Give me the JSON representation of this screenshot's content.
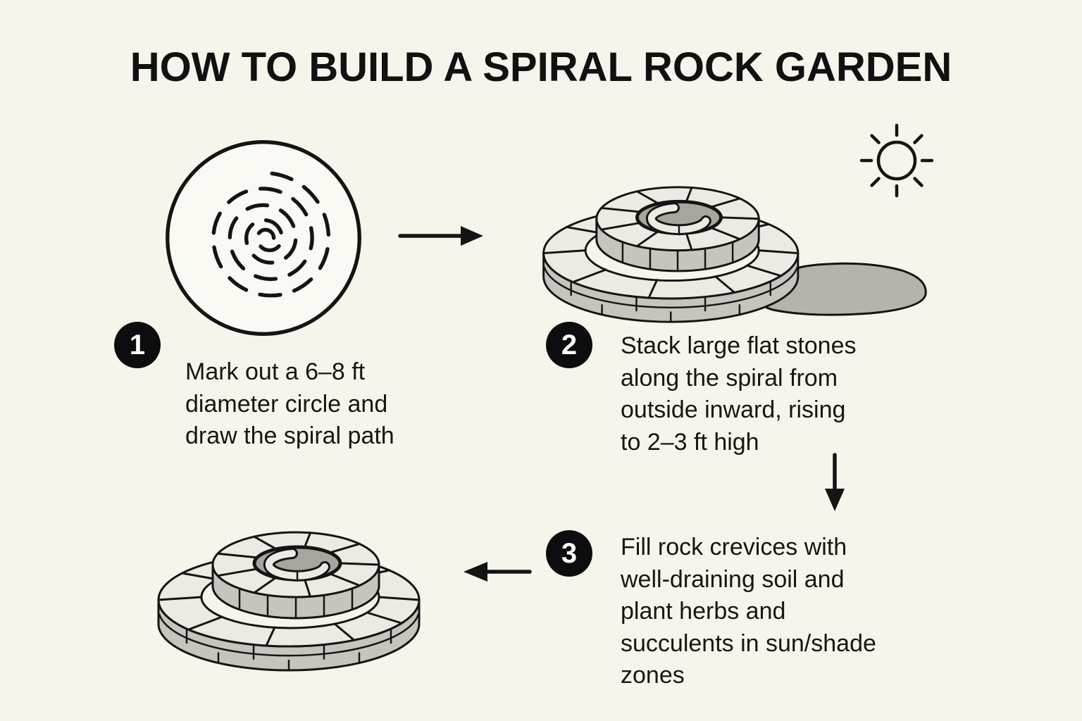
{
  "title": "HOW TO BUILD A SPIRAL ROCK GARDEN",
  "steps": [
    {
      "number": "1",
      "text": "Mark out a 6–8 ft\ndiameter circle and\ndraw the spiral path",
      "illustration": "spiral-plan-drawing"
    },
    {
      "number": "2",
      "text": "Stack large flat stones\nalong the spiral from\noutside inward, rising\nto 2–3 ft high",
      "illustration": "stacked-stone-spiral-with-plants-and-sun"
    },
    {
      "number": "3",
      "text": "Fill rock crevices with\nwell-draining soil and\nplant herbs and\nsucculents in sun/shade\nzones",
      "illustration": "finished-stone-spiral"
    }
  ],
  "icons": {
    "spiral_plan": "spiral-plan-icon",
    "rock_spiral": "stone-spiral-icon",
    "sun": "sun-icon",
    "plant": "plant-sprig-icon",
    "ground": "ground-mound-icon",
    "arrow_right": "arrow-right-icon",
    "arrow_down": "arrow-down-icon",
    "arrow_left": "arrow-left-icon"
  },
  "colors": {
    "background": "#f7f4ec",
    "ink": "#141414",
    "stone_top": "#eceae2",
    "stone_side": "#c6c4bd",
    "soil": "#a7a59d",
    "ground": "#b5b3ac",
    "badge_bg": "#0d0d0d",
    "badge_text": "#ffffff"
  }
}
